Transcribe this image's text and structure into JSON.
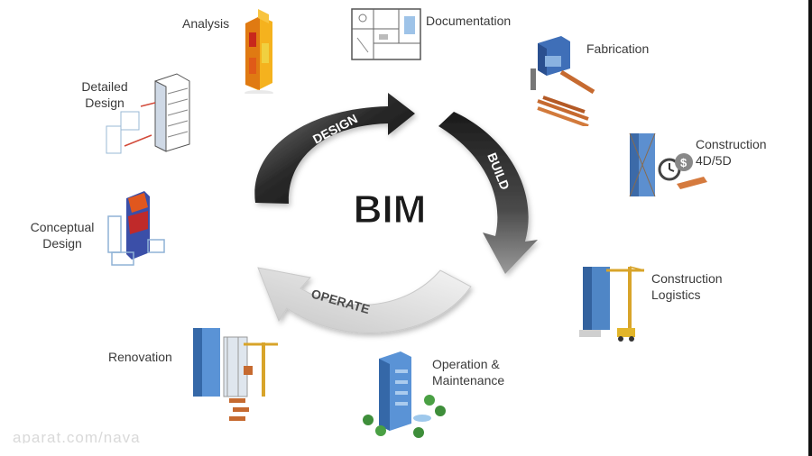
{
  "diagram": {
    "center_title": "BIM",
    "arrows": {
      "design": "DESIGN",
      "build": "BUILD",
      "operate": "OPERATE"
    },
    "stages": [
      {
        "key": "analysis",
        "label": "Analysis"
      },
      {
        "key": "documentation",
        "label": "Documentation"
      },
      {
        "key": "fabrication",
        "label": "Fabrication"
      },
      {
        "key": "construction_4d5d",
        "label_line1": "Construction",
        "label_line2": "4D/5D"
      },
      {
        "key": "construction_logistics",
        "label_line1": "Construction",
        "label_line2": "Logistics"
      },
      {
        "key": "operation_maintenance",
        "label_line1": "Operation &",
        "label_line2": "Maintenance"
      },
      {
        "key": "renovation",
        "label": "Renovation"
      },
      {
        "key": "conceptual_design",
        "label_line1": "Conceptual",
        "label_line2": "Design"
      },
      {
        "key": "detailed_design",
        "label_line1": "Detailed",
        "label_line2": "Design"
      }
    ],
    "watermark": "aparat.com/nava"
  },
  "colors": {
    "arrow_dark": "#1e1e1e",
    "arrow_light": "#e4e4e4",
    "building_blue": "#4a86c8",
    "analysis_orange": "#f0a020",
    "timber": "#d2703a"
  },
  "icons": {
    "analysis": "heatmap-building-icon",
    "documentation": "floor-plan-icon",
    "fabrication": "steel-fabrication-icon",
    "construction_4d5d": "clock-and-cost-icon",
    "construction_logistics": "crane-site-icon",
    "operation_maintenance": "tower-with-trees-icon",
    "renovation": "crane-renovation-icon",
    "conceptual_design": "massing-model-icon",
    "detailed_design": "detailed-tower-icon"
  }
}
